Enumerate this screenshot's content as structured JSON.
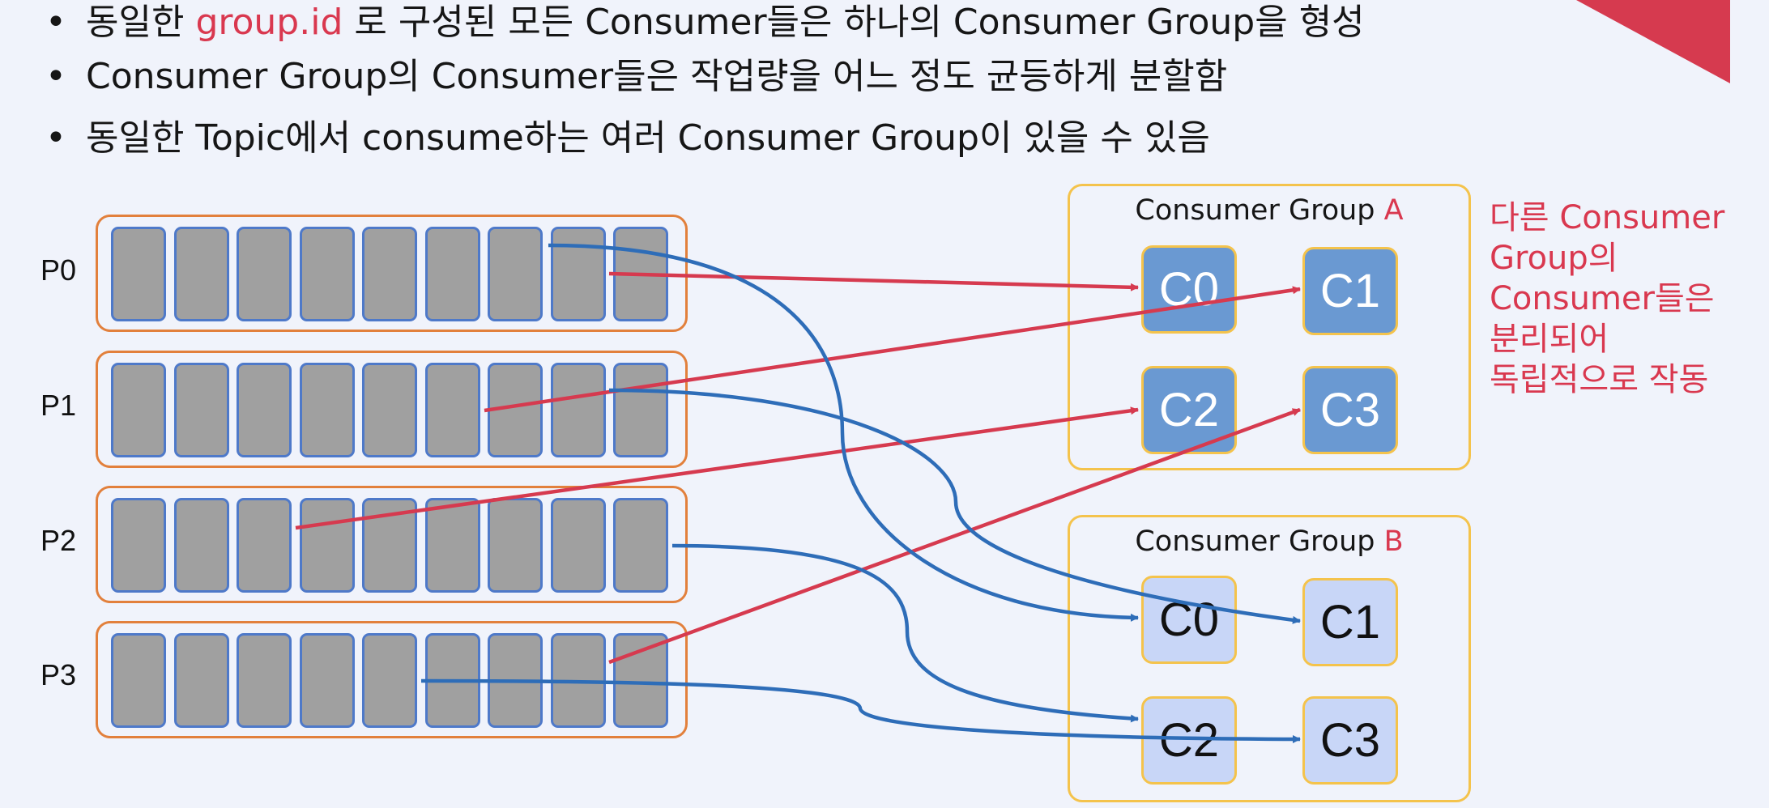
{
  "bullets": [
    {
      "before": "동일한 ",
      "highlight": "group.id",
      "after": " 로 구성된 모든 Consumer들은 하나의 Consumer Group을 형성"
    },
    {
      "before": "Consumer Group의 Consumer들은 작업량을 어느 정도 균등하게 분할함",
      "highlight": "",
      "after": ""
    },
    {
      "before": "동일한 Topic에서 consume하는 여러 Consumer Group이 있을 수 있음",
      "highlight": "",
      "after": ""
    }
  ],
  "partitions": [
    "P0",
    "P1",
    "P2",
    "P3"
  ],
  "groups": [
    {
      "title": "Consumer Group ",
      "letter": "A",
      "consumers": [
        "C0",
        "C1",
        "C2",
        "C3"
      ]
    },
    {
      "title": "Consumer Group ",
      "letter": "B",
      "consumers": [
        "C0",
        "C1",
        "C2",
        "C3"
      ]
    }
  ],
  "note": [
    "다른 Consumer",
    "Group의",
    "Consumer들은",
    "분리되어",
    "독립적으로 작동"
  ],
  "colors": {
    "accent": "#d9384f",
    "flow_a": "#d63a4f",
    "flow_b": "#2e6db8",
    "partition_border": "#e2803c",
    "group_border": "#f4c34c",
    "segment_fill": "#a0a0a0",
    "segment_border": "#4e79c9"
  }
}
